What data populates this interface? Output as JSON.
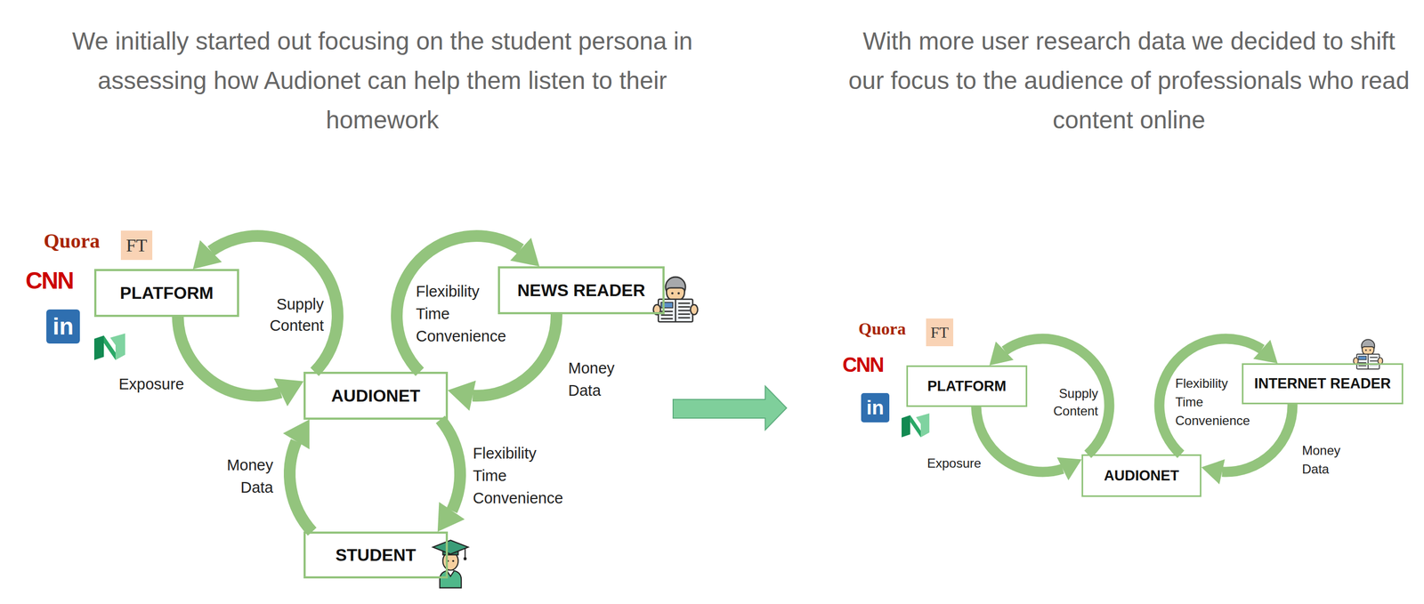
{
  "diagram": {
    "nodes": [
      {
        "text": [
          "PLATFORM"
        ]
      },
      {
        "text": [
          "NEWS READER"
        ]
      },
      {
        "text": [
          "AUDIONET"
        ]
      },
      {
        "text": [
          "STUDENT"
        ]
      },
      {
        "text": [
          "PLATFORM"
        ]
      },
      {
        "text": [
          "INTERNET READER"
        ]
      },
      {
        "text": [
          "AUDIONET"
        ]
      }
    ],
    "edges": [
      {
        "from": 2,
        "to": 0,
        "label": "Supply Content",
        "arrow": "to"
      },
      {
        "from": 0,
        "to": 2,
        "label": "Exposure",
        "arrow": "to"
      },
      {
        "from": 2,
        "to": 1,
        "label": "Flexibility Time Convenience",
        "arrow": "to"
      },
      {
        "from": 1,
        "to": 2,
        "label": "Money Data",
        "arrow": "to"
      },
      {
        "from": 2,
        "to": 3,
        "label": "Flexibility Time Convenience",
        "arrow": "to"
      },
      {
        "from": 3,
        "to": 2,
        "label": "Money Data",
        "arrow": "to"
      },
      {
        "from": 6,
        "to": 4,
        "label": "Supply Content",
        "arrow": "to"
      },
      {
        "from": 4,
        "to": 6,
        "label": "Exposure",
        "arrow": "to"
      },
      {
        "from": 6,
        "to": 5,
        "label": "Flexibility Time Convenience",
        "arrow": "to"
      },
      {
        "from": 5,
        "to": 6,
        "label": "Money Data",
        "arrow": "to"
      }
    ],
    "labels": [
      "We initially started out focusing on the student persona in assessing how Audionet can help them listen to their homework",
      "With more user research data we decided to shift our focus to the audience of professionals who read content online",
      "Quora",
      "FT",
      "CNN",
      "in",
      "Quora",
      "FT",
      "CNN",
      "in"
    ]
  }
}
